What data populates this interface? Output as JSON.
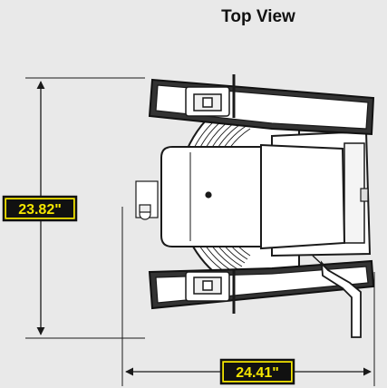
{
  "title": "Top View",
  "dimensions": {
    "height_label": "23.82\"",
    "width_label": "24.41\""
  },
  "colors": {
    "background": "#e9e9e9",
    "label_fill": "#f5e600",
    "label_border": "#111111",
    "outline": "#1a1a1a",
    "body_fill": "#ffffff"
  }
}
